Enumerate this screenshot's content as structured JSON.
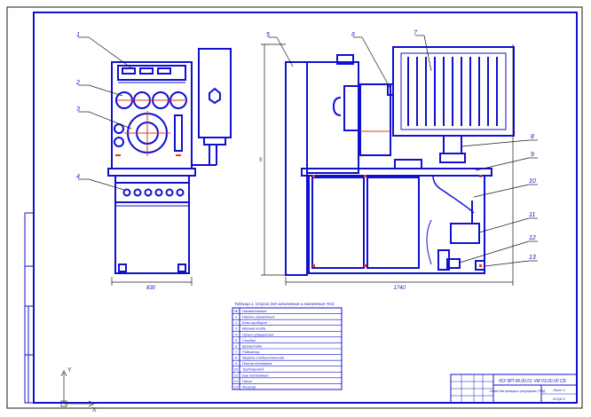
{
  "drawing": {
    "callouts": [
      "1",
      "2",
      "3",
      "4",
      "5",
      "6",
      "7",
      "8",
      "9",
      "10",
      "11",
      "12",
      "13"
    ],
    "dimensions": {
      "width_left": "830",
      "height_right": "5",
      "width_right": "1740"
    },
    "table": {
      "title": "Таблица 1. Список для заполнения и назначение ПАЗ",
      "header_no": "№",
      "header_name": "Наименование",
      "rows": [
        {
          "no": "1",
          "name": "Панель управления"
        },
        {
          "no": "2",
          "name": "Блок приборов"
        },
        {
          "no": "3",
          "name": "Мерная колба"
        },
        {
          "no": "4",
          "name": "Пульт управления"
        },
        {
          "no": "5",
          "name": "Стойка"
        },
        {
          "no": "6",
          "name": "Кронштейн"
        },
        {
          "no": "7",
          "name": "Радиатор"
        },
        {
          "no": "8",
          "name": "Муфта соединительная"
        },
        {
          "no": "9",
          "name": "Плита основания"
        },
        {
          "no": "10",
          "name": "Трубопровод"
        },
        {
          "no": "11",
          "name": "Бак топливный"
        },
        {
          "no": "12",
          "name": "Насос"
        },
        {
          "no": "13",
          "name": "Фильтр"
        }
      ]
    },
    "title_block": {
      "code": "ЮУ ВП 08.00.01 ЧМ 03.00.00 СБ",
      "name": "Стенд для проверки и регулировки ТНВД",
      "org": "ЮУрГУ",
      "sheet": "Лист 1"
    },
    "axis": {
      "y": "Y",
      "x": "X"
    }
  }
}
